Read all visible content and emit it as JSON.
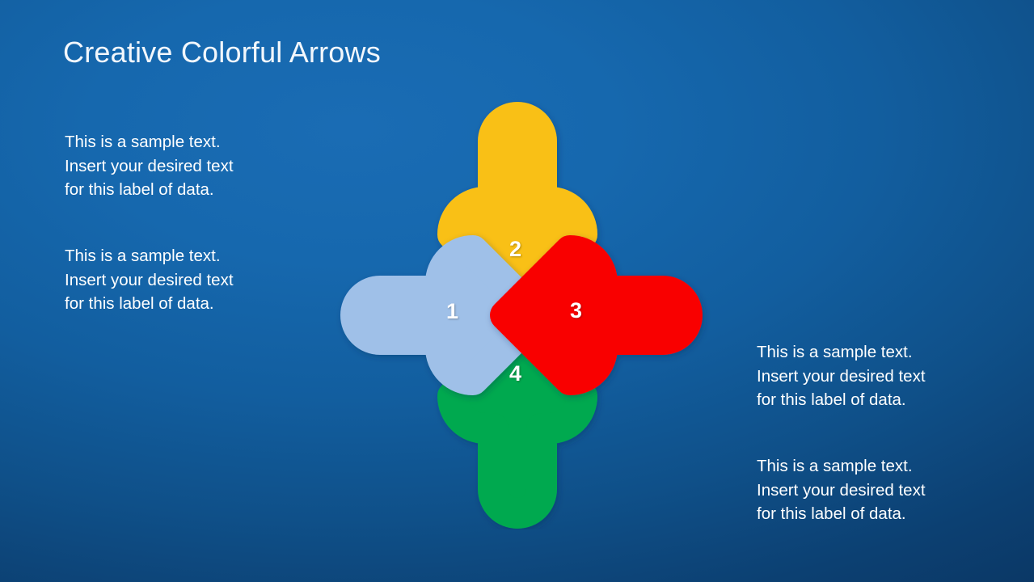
{
  "slide": {
    "title": "Creative Colorful Arrows",
    "background_color_light": "#1a6cb4",
    "background_color_dark": "#0a3460"
  },
  "text_blocks": [
    {
      "id": "text-block-1",
      "position": "top-left",
      "lines": [
        "This is a sample text.",
        "Insert your desired text",
        "for this label of data."
      ]
    },
    {
      "id": "text-block-2",
      "position": "middle-left",
      "lines": [
        "This is a sample text.",
        "Insert your desired text",
        "for this label of data."
      ]
    },
    {
      "id": "text-block-3",
      "position": "middle-right",
      "lines": [
        "This is a sample text.",
        "Insert your desired text",
        "for this label of data."
      ]
    },
    {
      "id": "text-block-4",
      "position": "bottom-right",
      "lines": [
        "This is a sample text.",
        "Insert your desired text",
        "for this label of data."
      ]
    }
  ],
  "diagram": {
    "type": "four-arrow-pinwheel",
    "arrows": [
      {
        "number": "1",
        "name": "arrow-left-light-blue",
        "direction": "right",
        "color": "#9FC0E8",
        "label_color": "#ffffff"
      },
      {
        "number": "2",
        "name": "arrow-top-yellow",
        "direction": "down",
        "color": "#F9C013",
        "label_color": "#ffffff"
      },
      {
        "number": "3",
        "name": "arrow-right-red",
        "direction": "left",
        "color": "#F90000",
        "label_color": "#ffffff"
      },
      {
        "number": "4",
        "name": "arrow-bottom-green",
        "direction": "up",
        "color": "#00A94F",
        "label_color": "#ffffff"
      }
    ]
  }
}
